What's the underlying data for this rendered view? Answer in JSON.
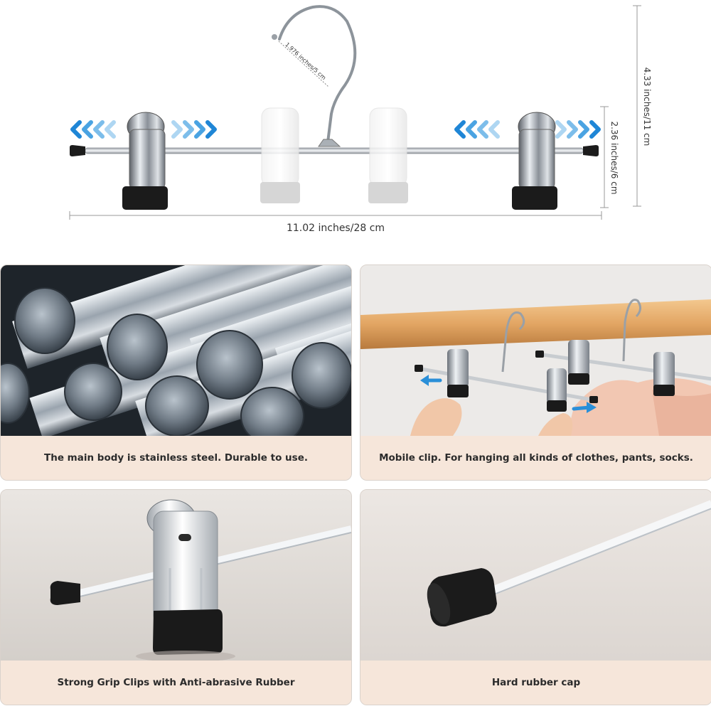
{
  "dimensions": {
    "width_label": "11.02 inches/28 cm",
    "height_label": "4.33 inches/11 cm",
    "clip_height_label": "2.36 inches/6 cm",
    "hook_label": "1.976 inches/5 cm"
  },
  "panels": [
    {
      "caption": "The main body is stainless steel. Durable to use."
    },
    {
      "caption": "Mobile clip. For hanging all kinds of clothes, pants, socks."
    },
    {
      "caption": "Strong Grip Clips with Anti-abrasive Rubber"
    },
    {
      "caption": "Hard rubber cap"
    }
  ],
  "colors": {
    "arrow_blue": "#2a8fd8",
    "caption_bg": "#f6e6da",
    "rubber": "#1a1a1a",
    "rail_wood": "#e0a860"
  }
}
